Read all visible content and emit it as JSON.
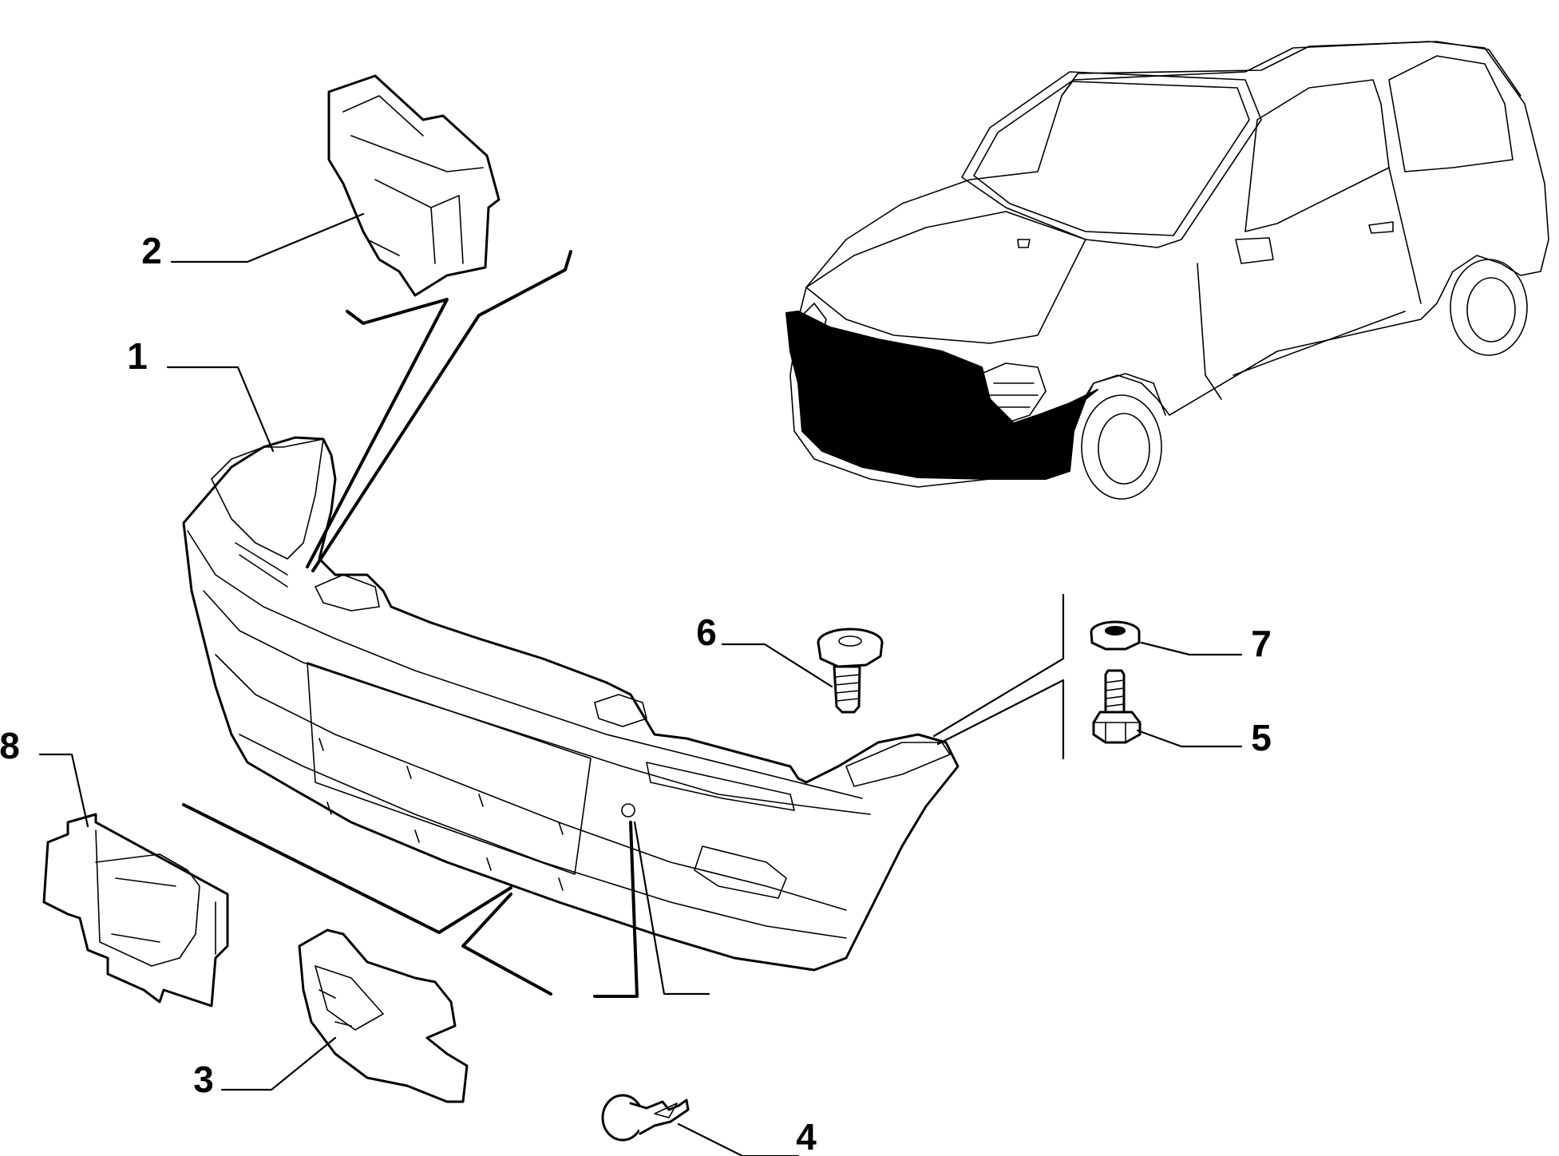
{
  "diagram": {
    "callouts": [
      {
        "id": "1",
        "text": "1"
      },
      {
        "id": "2",
        "text": "2"
      },
      {
        "id": "3",
        "text": "3"
      },
      {
        "id": "4",
        "text": "4"
      },
      {
        "id": "5",
        "text": "5"
      },
      {
        "id": "6",
        "text": "6"
      },
      {
        "id": "7",
        "text": "7"
      },
      {
        "id": "8",
        "text": "8"
      }
    ],
    "highlight_color": "#000000",
    "line_color": "#000000",
    "background_color": "#ffffff"
  }
}
